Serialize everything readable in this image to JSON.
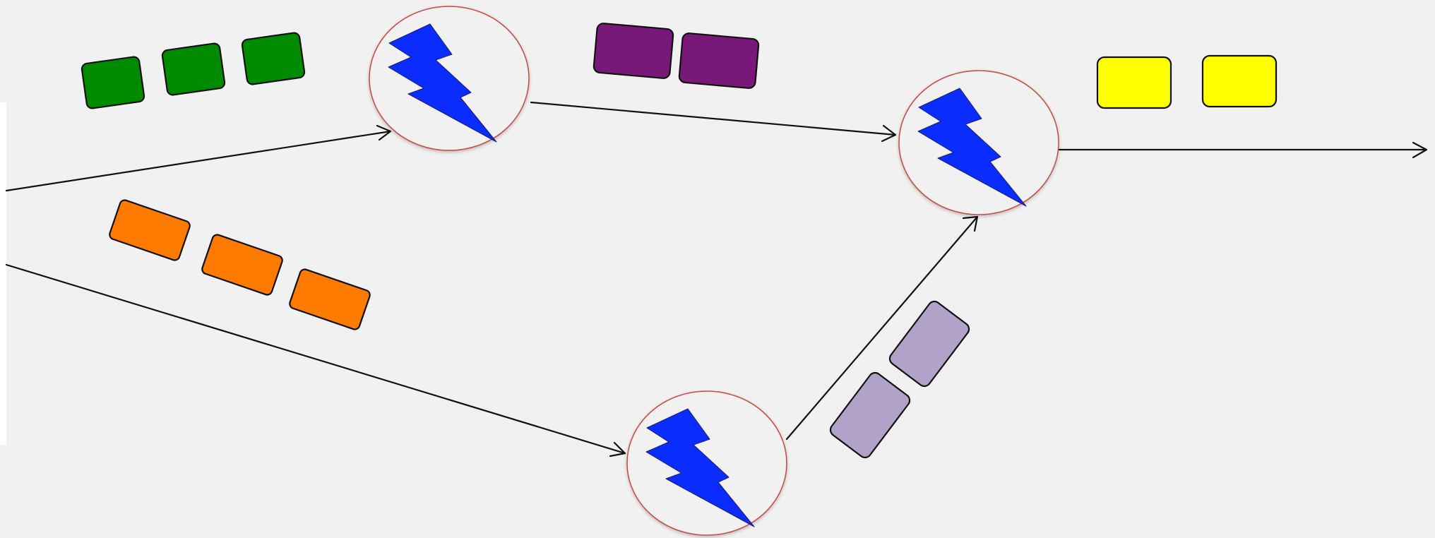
{
  "diagram": {
    "background": "#f1f1f1",
    "colors": {
      "bolt_fill": "#0a2cff",
      "bolt_stroke": "#1b1e6b",
      "circle_stroke": "#c8504a",
      "circle_fill": "#f1f1f1",
      "arrow": "#111111",
      "block_stroke": "#111111"
    },
    "nodes": [
      {
        "id": "node-top-left",
        "icon": "lightning-bolt-icon"
      },
      {
        "id": "node-top-right",
        "icon": "lightning-bolt-icon"
      },
      {
        "id": "node-bottom",
        "icon": "lightning-bolt-icon"
      }
    ],
    "block_groups": [
      {
        "id": "green-blocks",
        "color": "#008a00",
        "count": 3
      },
      {
        "id": "orange-blocks",
        "color": "#ff7a00",
        "count": 3
      },
      {
        "id": "purple-blocks",
        "color": "#781878",
        "count": 2
      },
      {
        "id": "yellow-blocks",
        "color": "#ffff00",
        "count": 2
      },
      {
        "id": "lavender-blocks",
        "color": "#b0a2c8",
        "count": 2
      }
    ],
    "connections": [
      {
        "from": "left-edge",
        "to": "node-top-left"
      },
      {
        "from": "left-edge",
        "to": "node-bottom"
      },
      {
        "from": "node-top-left",
        "to": "node-top-right"
      },
      {
        "from": "node-bottom",
        "to": "node-top-right"
      },
      {
        "from": "node-top-right",
        "to": "right-edge"
      }
    ]
  }
}
